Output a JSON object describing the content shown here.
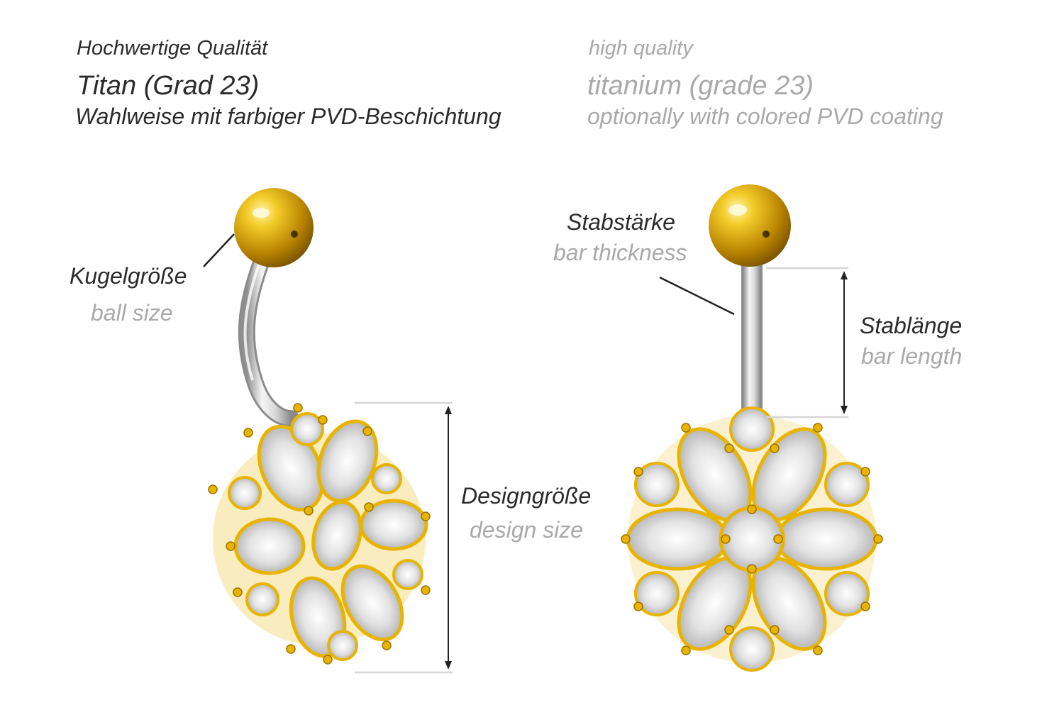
{
  "header": {
    "de": {
      "quality": "Hochwertige Qualität",
      "material": "Titan (Grad 23)",
      "coating": "Wahlweise mit farbiger PVD-Beschichtung"
    },
    "en": {
      "quality": "high quality",
      "material": "titanium (grade 23)",
      "coating": "optionally with colored PVD coating"
    }
  },
  "labels": {
    "ball_size": {
      "de": "Kugelgröße",
      "en": "ball size"
    },
    "design_size": {
      "de": "Designgröße",
      "en": "design size"
    },
    "bar_thickness": {
      "de": "Stabstärke",
      "en": "bar thickness"
    },
    "bar_length": {
      "de": "Stablänge",
      "en": "bar length"
    }
  },
  "colors": {
    "gold": "#e8b400",
    "steel": "#c9c9c9",
    "german_text": "#2b2b2b",
    "english_text": "#a9a9a9"
  }
}
